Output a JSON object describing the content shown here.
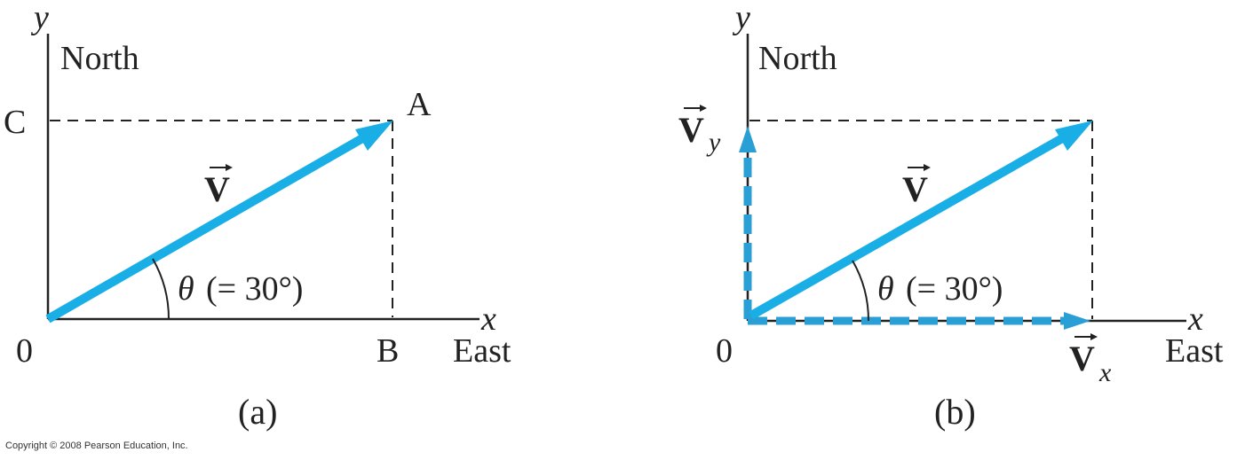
{
  "colors": {
    "vector": "#1aaee6",
    "vector_dashed": "#2a9fd6",
    "axis": "#222222",
    "text": "#222222"
  },
  "panel_a": {
    "y_axis_label": "y",
    "x_axis_label": "x",
    "north_label": "North",
    "east_label": "East",
    "origin_label": "0",
    "point_a_label": "A",
    "point_b_label": "B",
    "point_c_label": "C",
    "vector_label": "V",
    "angle_symbol": "θ",
    "angle_value": "(= 30°)",
    "caption": "(a)"
  },
  "panel_b": {
    "y_axis_label": "y",
    "x_axis_label": "x",
    "north_label": "North",
    "east_label": "East",
    "origin_label": "0",
    "vector_label": "V",
    "vy_label": "V",
    "vy_subscript": "y",
    "vx_label": "V",
    "vx_subscript": "x",
    "angle_symbol": "θ",
    "angle_value": "(= 30°)",
    "caption": "(b)"
  },
  "copyright": "Copyright © 2008 Pearson Education, Inc."
}
